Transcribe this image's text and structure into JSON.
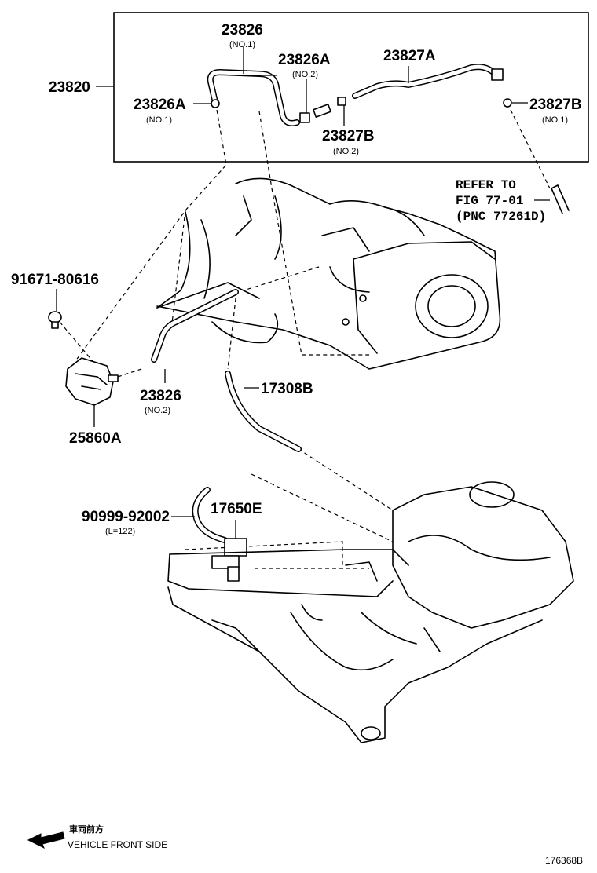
{
  "labels": {
    "p23820": "23820",
    "p23826_top": "23826",
    "p23826_top_sub": "(NO.1)",
    "p23826A_no2": "23826A",
    "p23826A_no2_sub": "(NO.2)",
    "p23827A": "23827A",
    "p23826A_no1": "23826A",
    "p23826A_no1_sub": "(NO.1)",
    "p23827B_no2": "23827B",
    "p23827B_no2_sub": "(NO.2)",
    "p23827B_no1": "23827B",
    "p23827B_no1_sub": "(NO.1)",
    "refer_line1": "REFER TO",
    "refer_line2": "FIG 77-01",
    "refer_line3": "(PNC 77261D)",
    "p91671": "91671-80616",
    "p23826_lower": "23826",
    "p23826_lower_sub": "(NO.2)",
    "p17308B": "17308B",
    "p25860A": "25860A",
    "p90999": "90999-92002",
    "p90999_sub": "(L=122)",
    "p17650E": "17650E"
  },
  "footer": {
    "direction_cjk": "車両前方",
    "direction_text": "VEHICLE FRONT SIDE",
    "figure_code": "176368B"
  },
  "icons": {
    "front_arrow": "left-arrow-icon"
  }
}
